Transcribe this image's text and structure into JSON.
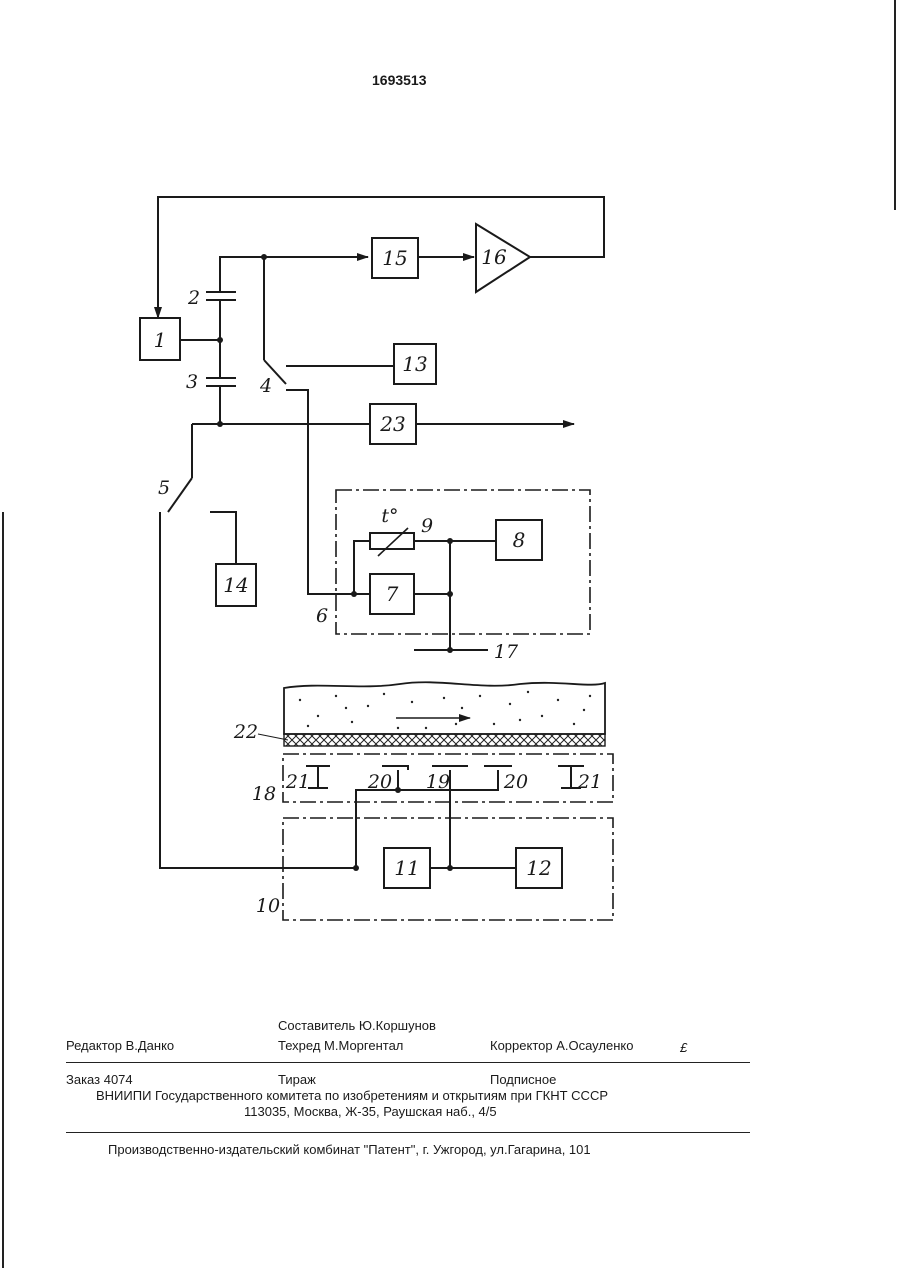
{
  "document": {
    "page_number": "1693513"
  },
  "diagram": {
    "blocks": {
      "b1": "1",
      "b7": "7",
      "b8": "8",
      "b11": "11",
      "b12": "12",
      "b13": "13",
      "b14": "14",
      "b15": "15",
      "b16": "16",
      "b23": "23"
    },
    "labels": {
      "c2": "2",
      "c3": "3",
      "s4": "4",
      "s5": "5",
      "u6": "6",
      "r9": "9",
      "t": "t°",
      "u10": "10",
      "p17": "17",
      "u18": "18",
      "e19": "19",
      "e20a": "20",
      "e20b": "20",
      "e21a": "21",
      "e21b": "21",
      "b22": "22"
    }
  },
  "footer": {
    "compiler": "Составитель  Ю.Коршунов",
    "editor": "Редактор  В.Данко",
    "techred": "Техред М.Моргентал",
    "corrector": "Корректор  А.Осауленко",
    "corrector_mark": "£",
    "order": "Заказ  4074",
    "circulation": "Тираж",
    "subscription": "Подписное",
    "org": "ВНИИПИ Государственного комитета по изобретениям и открытиям при ГКНТ СССР",
    "address": "113035, Москва, Ж-35, Раушская наб., 4/5",
    "publisher": "Производственно-издательский комбинат \"Патент\", г. Ужгород, ул.Гагарина, 101"
  }
}
